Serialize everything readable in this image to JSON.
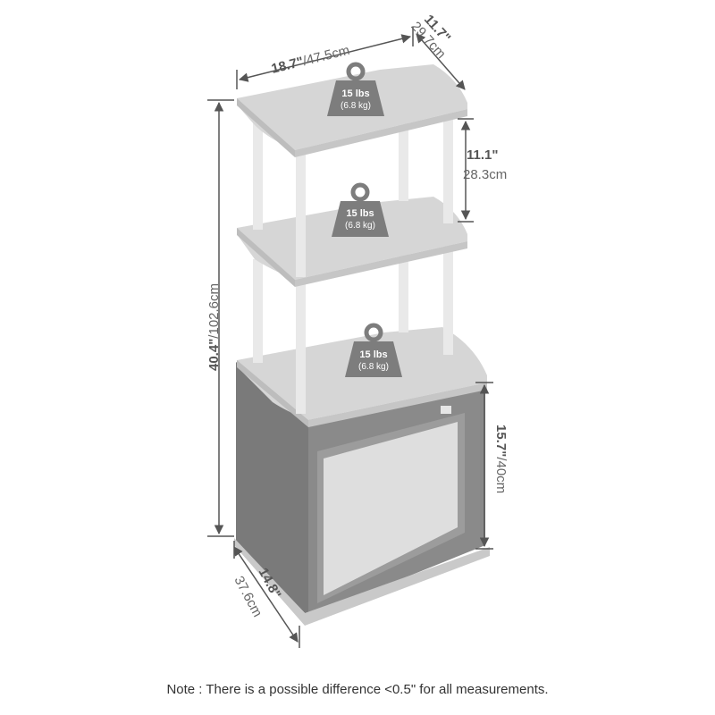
{
  "colors": {
    "shelf": "#d6d6d6",
    "shelf_edge": "#b9b9b9",
    "pole": "#e9e9e9",
    "cabinet": "#8a8a8a",
    "cabinet_side": "#7a7a7a",
    "door_frame": "#9a9a9a",
    "door_panel": "#dedede",
    "weight_icon": "#7d7d7d",
    "dimension_line": "#555555"
  },
  "dimensions": {
    "top_width": {
      "imperial": "18.7\"",
      "metric": "/47.5cm"
    },
    "top_depth": {
      "imperial": "11.7\"",
      "metric": "29.7cm"
    },
    "shelf_gap": {
      "imperial": "11.1\"",
      "metric": "28.3cm"
    },
    "total_height": {
      "imperial": "40.4\"",
      "metric": "/102.6cm"
    },
    "cabinet_height": {
      "imperial": "15.7\"",
      "metric": "/40cm"
    },
    "base_depth": {
      "imperial": "14.8\"",
      "metric": "37.6cm"
    }
  },
  "weights": [
    {
      "lbs": "15 lbs",
      "kg": "(6.8 kg)"
    },
    {
      "lbs": "15 lbs",
      "kg": "(6.8 kg)"
    },
    {
      "lbs": "15 lbs",
      "kg": "(6.8 kg)"
    }
  ],
  "note": "Note : There is a possible difference <0.5\" for all measurements."
}
